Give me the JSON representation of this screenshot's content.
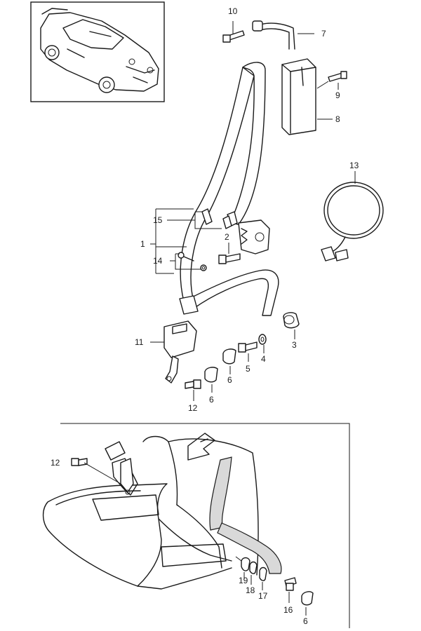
{
  "callouts": {
    "c1": "1",
    "c2": "2",
    "c3": "3",
    "c4": "4",
    "c5": "5",
    "c6a": "6",
    "c6b": "6",
    "c6c": "6",
    "c7": "7",
    "c8": "8",
    "c9": "9",
    "c10": "10",
    "c11": "11",
    "c12a": "12",
    "c12b": "12",
    "c13": "13",
    "c14": "14",
    "c15": "15",
    "c16": "16",
    "c17": "17",
    "c18": "18",
    "c19": "19"
  },
  "icons": {
    "vehicle_thumbnail": "car-illustration",
    "direction_arrow": "forward-direction-arrow"
  }
}
